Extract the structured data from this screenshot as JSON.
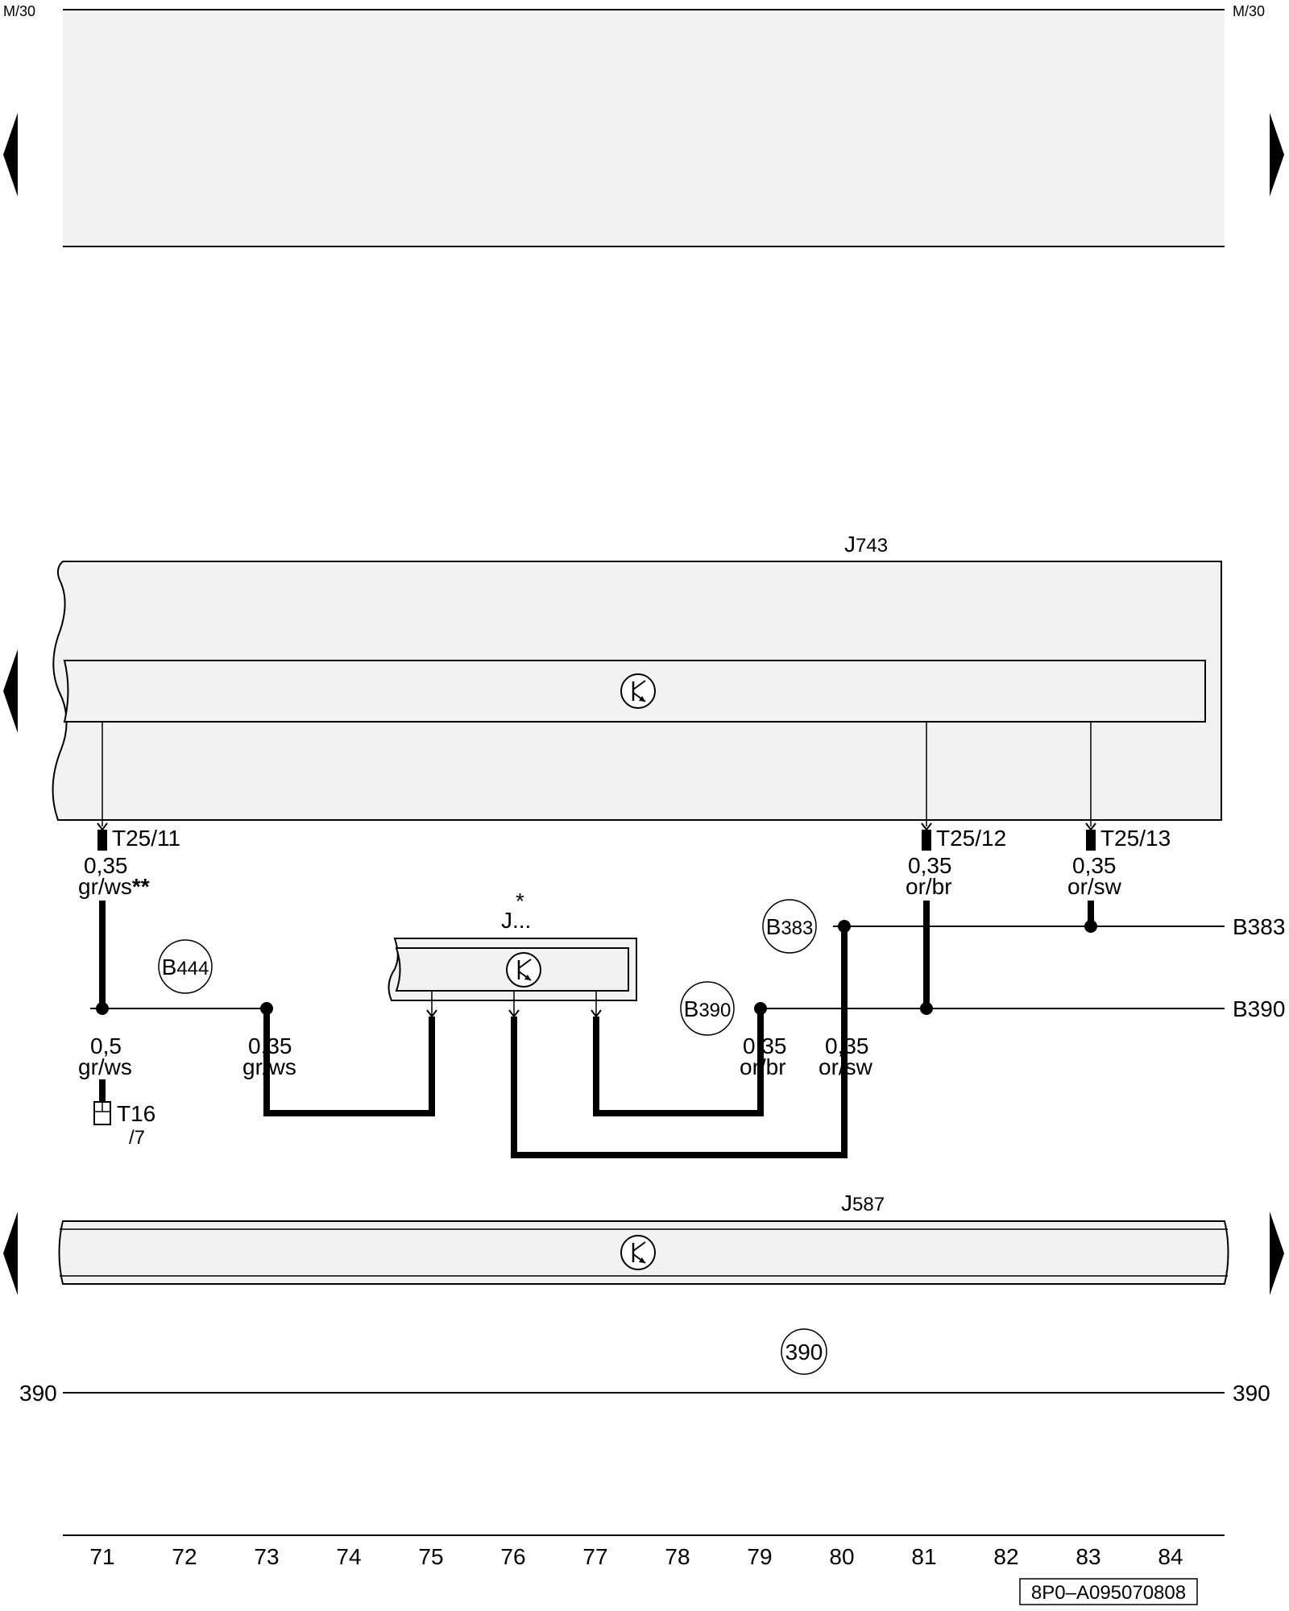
{
  "rails": {
    "top_left": "M/30",
    "top_right": "M/30",
    "bottom_left": "390",
    "bottom_right": "390"
  },
  "components": {
    "j743": {
      "main": "J",
      "sub": "743"
    },
    "j_unknown": {
      "main": "J...",
      "star": "*"
    },
    "j587": {
      "main": "J",
      "sub": "587"
    }
  },
  "pins": {
    "t25_11": "T25/11",
    "t25_12": "T25/12",
    "t25_13": "T25/13",
    "t16_main": "T16",
    "t16_sub": "/7"
  },
  "wires": {
    "w71_top": {
      "size": "0,35",
      "color": "gr/ws",
      "mark": "**"
    },
    "w71_bottom": {
      "size": "0,5",
      "color": "gr/ws"
    },
    "w73": {
      "size": "0,35",
      "color": "gr/ws"
    },
    "w79": {
      "size": "0,35",
      "color": "or/br"
    },
    "w80": {
      "size": "0,35",
      "color": "or/sw"
    },
    "w81": {
      "size": "0,35",
      "color": "or/br"
    },
    "w83": {
      "size": "0,35",
      "color": "or/sw"
    }
  },
  "connections": {
    "b444": {
      "letter": "B",
      "num": "444"
    },
    "b383": {
      "letter": "B",
      "num": "383"
    },
    "b390": {
      "letter": "B",
      "num": "390"
    },
    "c390": "390",
    "right_b383": "B383",
    "right_b390": "B390"
  },
  "columns": [
    "71",
    "72",
    "73",
    "74",
    "75",
    "76",
    "77",
    "78",
    "79",
    "80",
    "81",
    "82",
    "83",
    "84"
  ],
  "reference": "8P0–A095070808",
  "colors": {
    "fill": "#f2f2f2",
    "line": "#000000"
  }
}
